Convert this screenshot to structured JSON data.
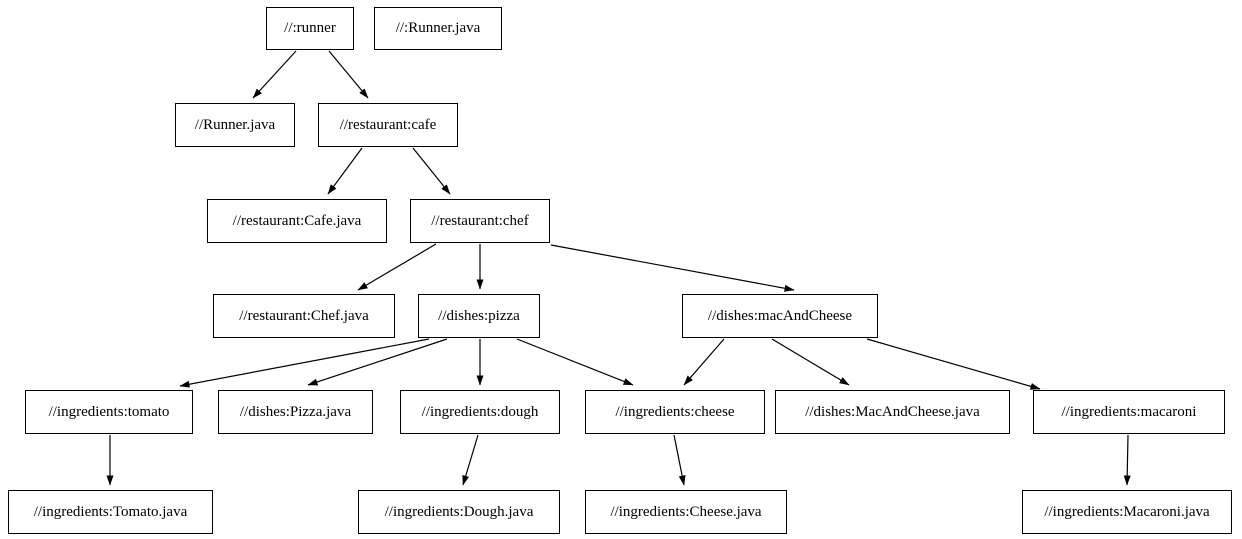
{
  "diagram": {
    "title": "build-dependency-graph",
    "background_color": "#ffffff",
    "node_fill_color": "#ffffff",
    "node_border_color": "#000000",
    "edge_color": "#000000",
    "nodes": [
      {
        "id": "runner",
        "label": "//:runner"
      },
      {
        "id": "root-runner-java",
        "label": "//:Runner.java"
      },
      {
        "id": "runner-java",
        "label": "//Runner.java"
      },
      {
        "id": "restaurant-cafe",
        "label": "//restaurant:cafe"
      },
      {
        "id": "restaurant-cafe-java",
        "label": "//restaurant:Cafe.java"
      },
      {
        "id": "restaurant-chef",
        "label": "//restaurant:chef"
      },
      {
        "id": "restaurant-chef-java",
        "label": "//restaurant:Chef.java"
      },
      {
        "id": "dishes-pizza",
        "label": "//dishes:pizza"
      },
      {
        "id": "dishes-mac-and-cheese",
        "label": "//dishes:macAndCheese"
      },
      {
        "id": "ingredients-tomato",
        "label": "//ingredients:tomato"
      },
      {
        "id": "dishes-pizza-java",
        "label": "//dishes:Pizza.java"
      },
      {
        "id": "ingredients-dough",
        "label": "//ingredients:dough"
      },
      {
        "id": "ingredients-cheese",
        "label": "//ingredients:cheese"
      },
      {
        "id": "dishes-mac-and-cheese-java",
        "label": "//dishes:MacAndCheese.java"
      },
      {
        "id": "ingredients-macaroni",
        "label": "//ingredients:macaroni"
      },
      {
        "id": "ingredients-tomato-java",
        "label": "//ingredients:Tomato.java"
      },
      {
        "id": "ingredients-dough-java",
        "label": "//ingredients:Dough.java"
      },
      {
        "id": "ingredients-cheese-java",
        "label": "//ingredients:Cheese.java"
      },
      {
        "id": "ingredients-macaroni-java",
        "label": "//ingredients:Macaroni.java"
      }
    ],
    "edges": [
      {
        "from": "//:runner",
        "to": "//Runner.java"
      },
      {
        "from": "//:runner",
        "to": "//restaurant:cafe"
      },
      {
        "from": "//restaurant:cafe",
        "to": "//restaurant:Cafe.java"
      },
      {
        "from": "//restaurant:cafe",
        "to": "//restaurant:chef"
      },
      {
        "from": "//restaurant:chef",
        "to": "//restaurant:Chef.java"
      },
      {
        "from": "//restaurant:chef",
        "to": "//dishes:pizza"
      },
      {
        "from": "//restaurant:chef",
        "to": "//dishes:macAndCheese"
      },
      {
        "from": "//dishes:pizza",
        "to": "//ingredients:tomato"
      },
      {
        "from": "//dishes:pizza",
        "to": "//dishes:Pizza.java"
      },
      {
        "from": "//dishes:pizza",
        "to": "//ingredients:dough"
      },
      {
        "from": "//dishes:pizza",
        "to": "//ingredients:cheese"
      },
      {
        "from": "//dishes:macAndCheese",
        "to": "//ingredients:cheese"
      },
      {
        "from": "//dishes:macAndCheese",
        "to": "//dishes:MacAndCheese.java"
      },
      {
        "from": "//dishes:macAndCheese",
        "to": "//ingredients:macaroni"
      },
      {
        "from": "//ingredients:tomato",
        "to": "//ingredients:Tomato.java"
      },
      {
        "from": "//ingredients:dough",
        "to": "//ingredients:Dough.java"
      },
      {
        "from": "//ingredients:cheese",
        "to": "//ingredients:Cheese.java"
      },
      {
        "from": "//ingredients:macaroni",
        "to": "//ingredients:Macaroni.java"
      }
    ]
  }
}
